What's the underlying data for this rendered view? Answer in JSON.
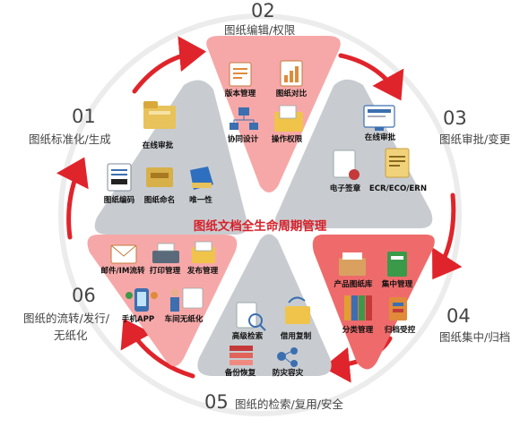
{
  "center_title": "图纸文档全生命周期管理",
  "colors": {
    "accent_red": "#e0242b",
    "segment_gray": "#c8ccd0",
    "segment_pink": "#f6a8a8",
    "segment_red": "#ef6b6b",
    "ring_light": "#eeeeee"
  },
  "steps": [
    {
      "number": "01",
      "label": "图纸标准化/生成",
      "items": [
        "在线审批",
        "图纸编码",
        "图纸命名",
        "唯一性"
      ]
    },
    {
      "number": "02",
      "label": "图纸编辑/权限",
      "items": [
        "版本管理",
        "图纸对比",
        "协同设计",
        "操作权限"
      ]
    },
    {
      "number": "03",
      "label": "图纸审批/变更",
      "items": [
        "在线审批",
        "电子签章",
        "ECR/ECO/ERN"
      ]
    },
    {
      "number": "04",
      "label": "图纸集中/归档",
      "items": [
        "产品图纸库",
        "集中管理",
        "分类管理",
        "归档受控"
      ]
    },
    {
      "number": "05",
      "label": "图纸的检索/复用/安全",
      "items": [
        "高级检索",
        "借用复制",
        "备份恢复",
        "防灾容灾"
      ]
    },
    {
      "number": "06",
      "label_lines": [
        "图纸的流转/发行/",
        "无纸化"
      ],
      "items": [
        "邮件/IM流转",
        "打印管理",
        "发布管理",
        "手机APP",
        "车间无纸化"
      ]
    }
  ]
}
